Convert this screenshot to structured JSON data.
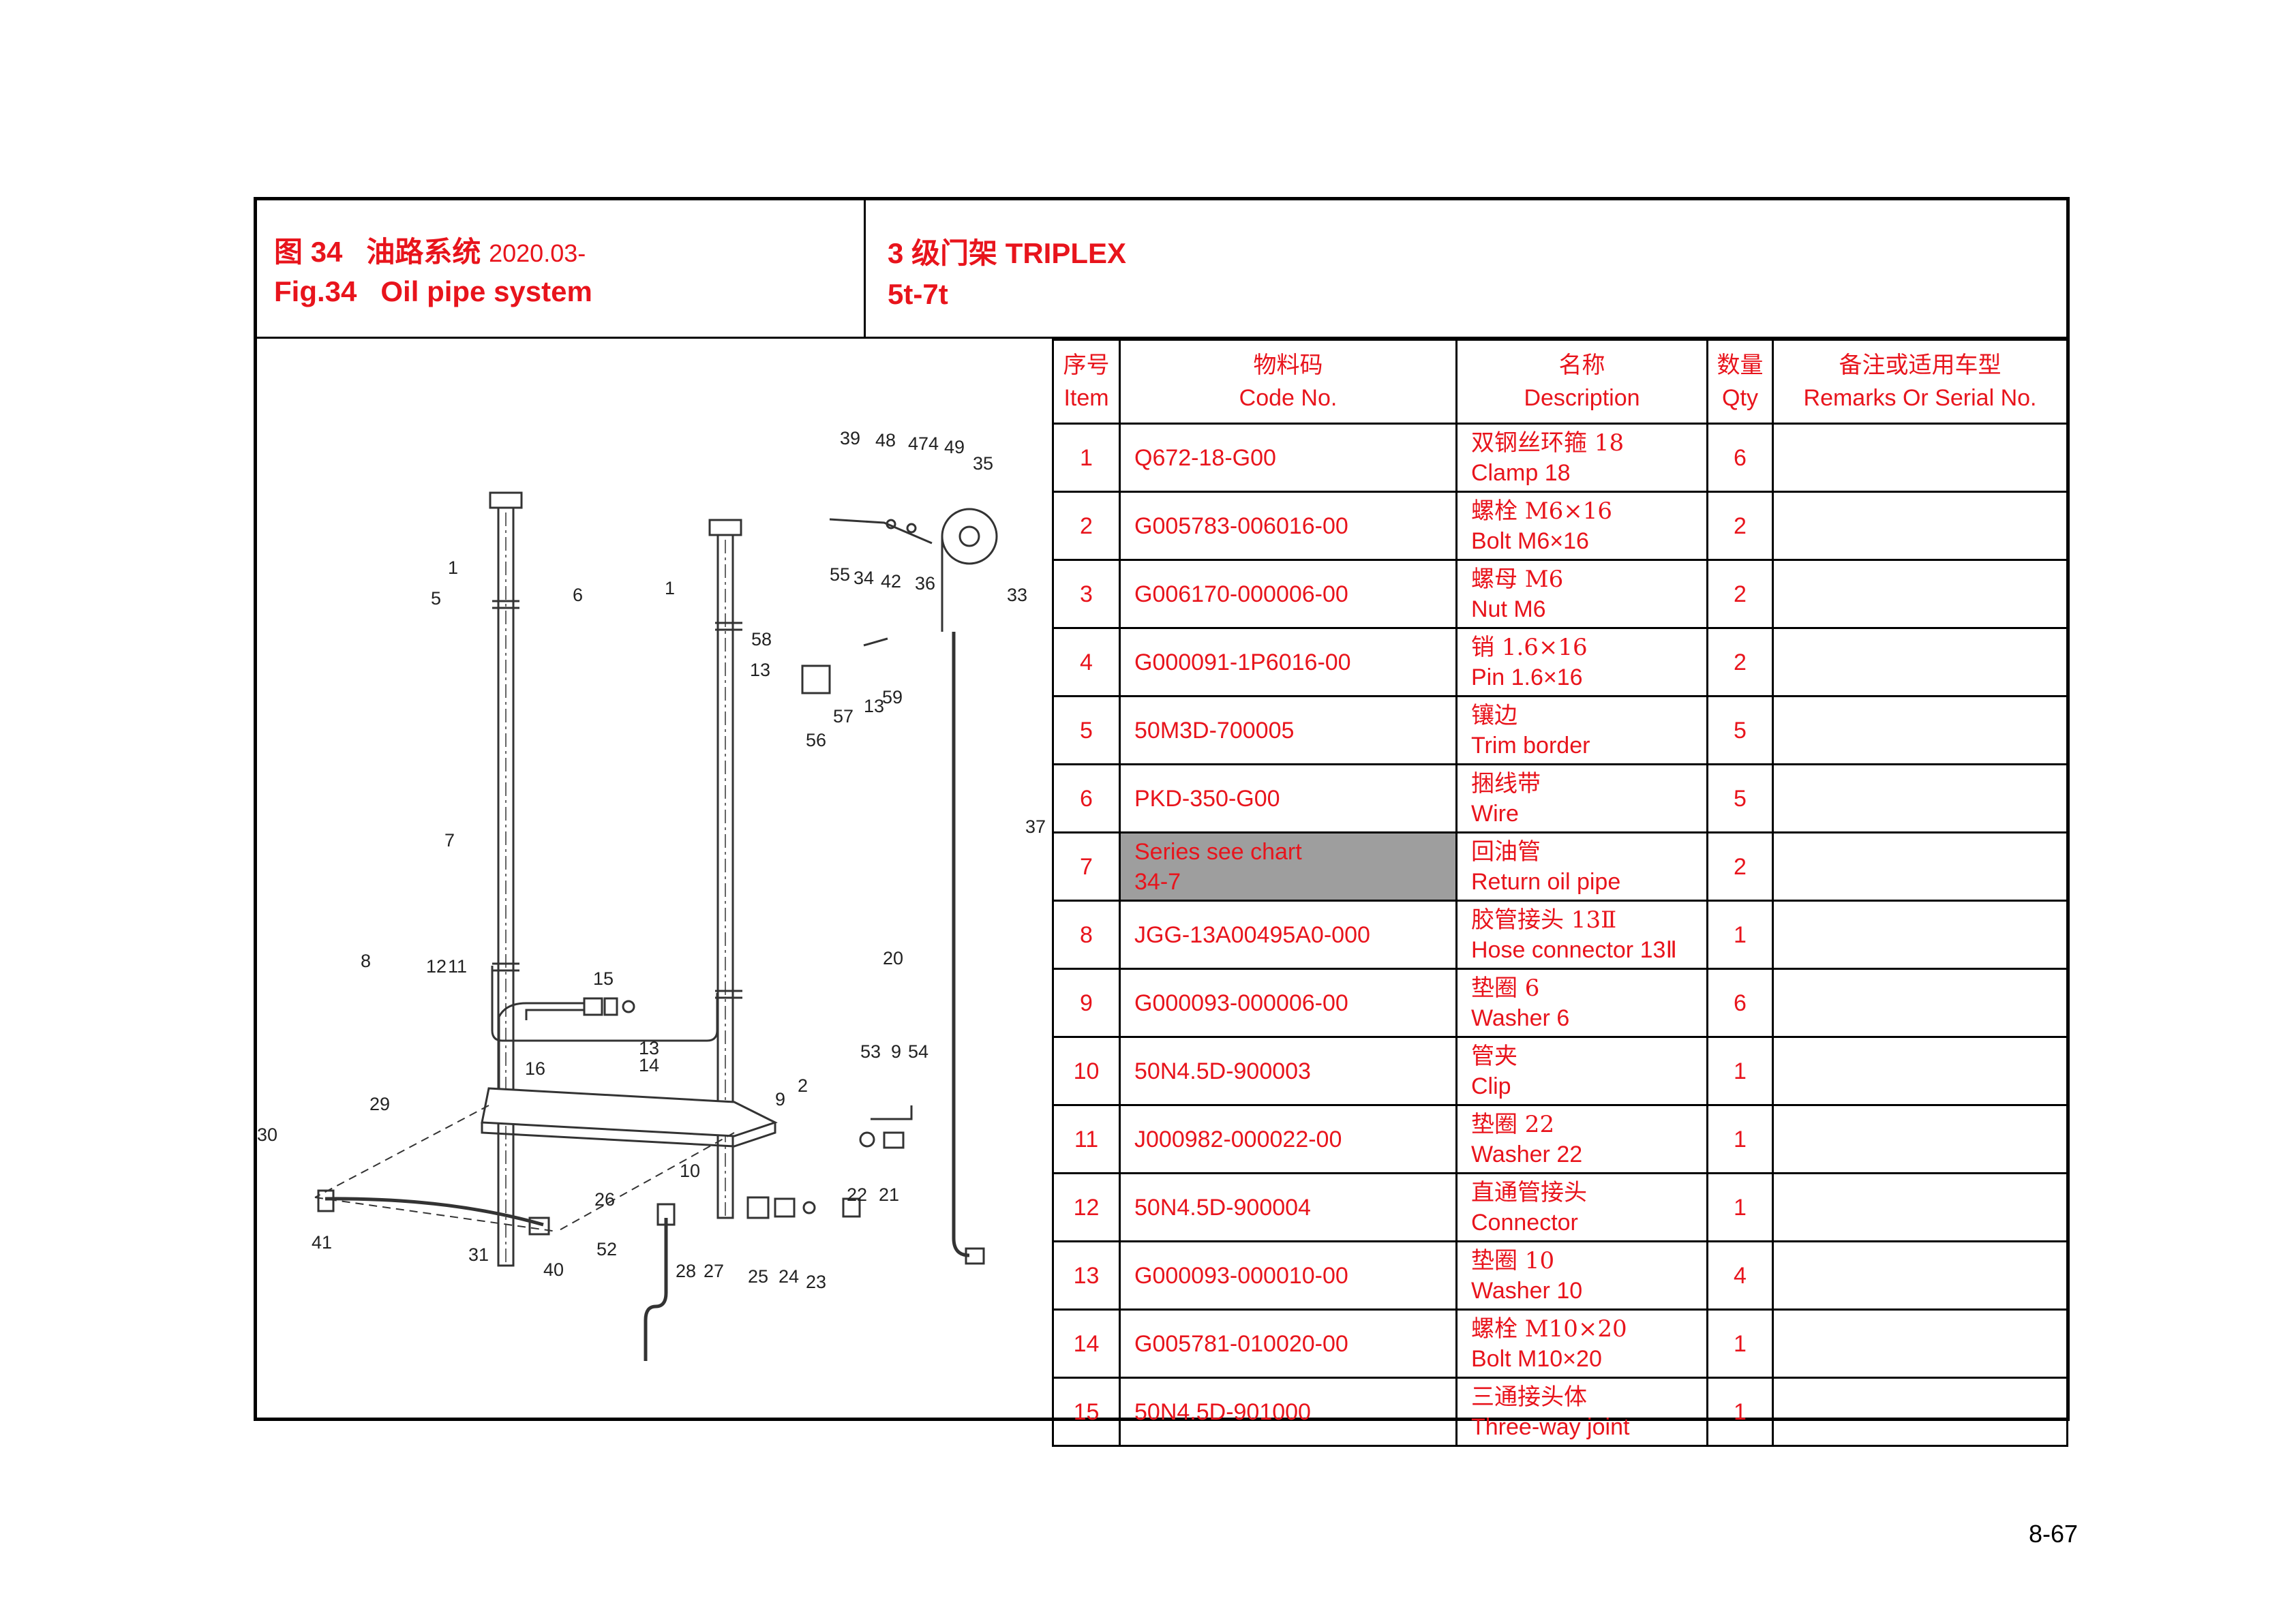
{
  "header": {
    "fig_cn_prefix": "图",
    "fig_number": "34",
    "fig_cn_title": "油路系统",
    "fig_date": "2020.03-",
    "fig_en_prefix": "Fig.34",
    "fig_en_title": "Oil pipe system",
    "mast_line1": "3 级门架  TRIPLEX",
    "mast_line2": "5t-7t"
  },
  "table": {
    "headers": [
      {
        "cn": "序号",
        "en": "Item"
      },
      {
        "cn": "物料码",
        "en": "Code No."
      },
      {
        "cn": "名称",
        "en": "Description"
      },
      {
        "cn": "数量",
        "en": "Qty"
      },
      {
        "cn": "备注或适用车型",
        "en": "Remarks Or Serial No."
      }
    ],
    "rows": [
      {
        "item": "1",
        "code": "Q672-18-G00",
        "code2": "",
        "cn": "双钢丝环箍 18",
        "en": "Clamp 18",
        "qty": "6",
        "remarks": ""
      },
      {
        "item": "2",
        "code": "G005783-006016-00",
        "code2": "",
        "cn": "螺栓 M6×16",
        "en": "Bolt M6×16",
        "qty": "2",
        "remarks": ""
      },
      {
        "item": "3",
        "code": "G006170-000006-00",
        "code2": "",
        "cn": "螺母 M6",
        "en": "Nut M6",
        "qty": "2",
        "remarks": ""
      },
      {
        "item": "4",
        "code": "G000091-1P6016-00",
        "code2": "",
        "cn": "销 1.6×16",
        "en": "Pin 1.6×16",
        "qty": "2",
        "remarks": ""
      },
      {
        "item": "5",
        "code": "50M3D-700005",
        "code2": "",
        "cn": "镶边",
        "en": "Trim border",
        "qty": "5",
        "remarks": ""
      },
      {
        "item": "6",
        "code": "PKD-350-G00",
        "code2": "",
        "cn": "捆线带",
        "en": "Wire",
        "qty": "5",
        "remarks": ""
      },
      {
        "item": "7",
        "code": "Series see chart",
        "code2": "34-7",
        "cn": "回油管",
        "en": "Return oil pipe",
        "qty": "2",
        "remarks": ""
      },
      {
        "item": "8",
        "code": "JGG-13A00495A0-000",
        "code2": "",
        "cn": "胶管接头 13Ⅱ",
        "en": "Hose connector 13Ⅱ",
        "qty": "1",
        "remarks": ""
      },
      {
        "item": "9",
        "code": "G000093-000006-00",
        "code2": "",
        "cn": "垫圈 6",
        "en": "Washer 6",
        "qty": "6",
        "remarks": ""
      },
      {
        "item": "10",
        "code": "50N4.5D-900003",
        "code2": "",
        "cn": "管夹",
        "en": "Clip",
        "qty": "1",
        "remarks": ""
      },
      {
        "item": "11",
        "code": "J000982-000022-00",
        "code2": "",
        "cn": "垫圈 22",
        "en": "Washer 22",
        "qty": "1",
        "remarks": ""
      },
      {
        "item": "12",
        "code": "50N4.5D-900004",
        "code2": "",
        "cn": "直通管接头",
        "en": "Connector",
        "qty": "1",
        "remarks": ""
      },
      {
        "item": "13",
        "code": "G000093-000010-00",
        "code2": "",
        "cn": "垫圈 10",
        "en": "Washer 10",
        "qty": "4",
        "remarks": ""
      },
      {
        "item": "14",
        "code": "G005781-010020-00",
        "code2": "",
        "cn": "螺栓 M10×20",
        "en": "Bolt M10×20",
        "qty": "1",
        "remarks": ""
      },
      {
        "item": "15",
        "code": "50N4.5D-901000",
        "code2": "",
        "cn": "三通接头体",
        "en": "Three-way joint",
        "qty": "1",
        "remarks": ""
      }
    ]
  },
  "diagram_callouts": [
    "1",
    "5",
    "6",
    "1",
    "7",
    "8",
    "12",
    "11",
    "15",
    "16",
    "13",
    "14",
    "29",
    "30",
    "41",
    "31",
    "40",
    "26",
    "52",
    "28",
    "27",
    "25",
    "24",
    "23",
    "10",
    "9",
    "2",
    "22",
    "21",
    "53",
    "9",
    "54",
    "20",
    "37",
    "58",
    "13",
    "57",
    "13",
    "59",
    "56",
    "39",
    "48",
    "47",
    "4",
    "49",
    "35",
    "55",
    "34",
    "42",
    "36",
    "33"
  ],
  "page_number": "8-67"
}
